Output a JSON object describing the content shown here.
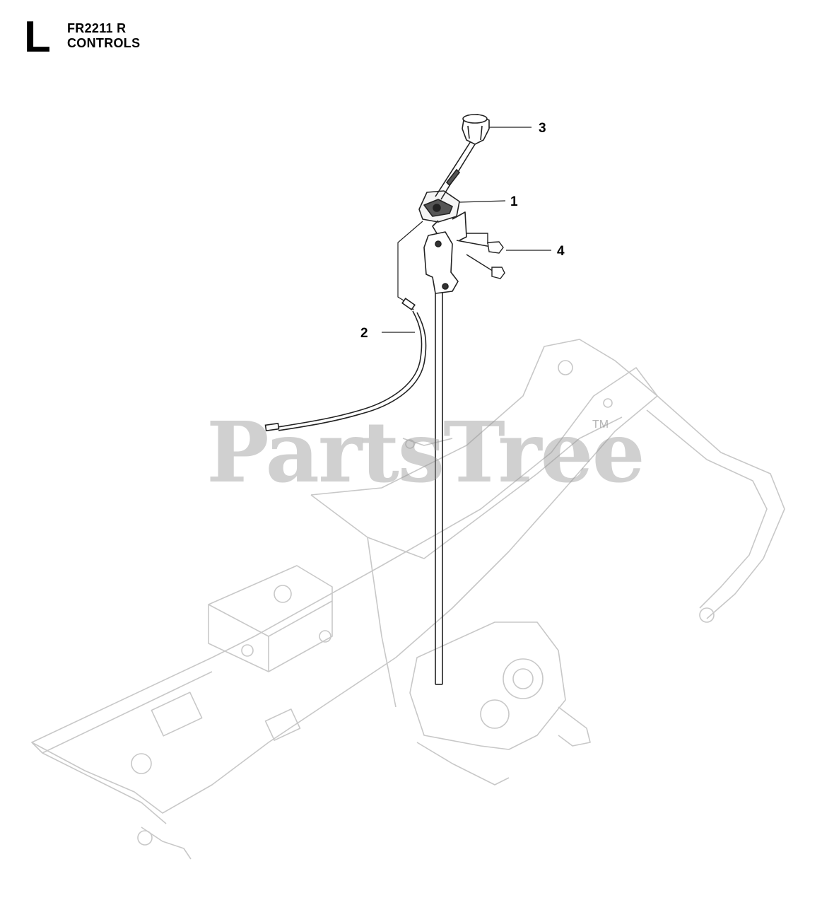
{
  "section_letter": "L",
  "header": {
    "model": "FR2211 R",
    "title": "CONTROLS"
  },
  "callouts": [
    {
      "number": "1",
      "part": "control-lever-assembly"
    },
    {
      "number": "2",
      "part": "throttle-cable"
    },
    {
      "number": "3",
      "part": "knob"
    },
    {
      "number": "4",
      "part": "screw"
    }
  ],
  "watermark": {
    "text": "PartsTree",
    "trademark": "TM"
  }
}
